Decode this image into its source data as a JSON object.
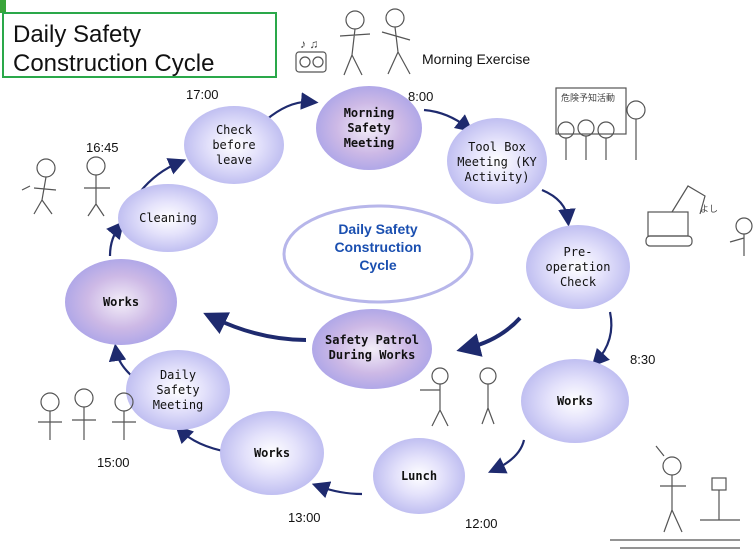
{
  "title": {
    "line1": "Daily Safety",
    "line2": "Construction Cycle"
  },
  "center": {
    "line1": "Daily Safety",
    "line2": "Construction",
    "line3": "Cycle"
  },
  "nodes": [
    {
      "id": "morning-safety-meeting",
      "lines": [
        "Morning",
        "Safety",
        "Meeting"
      ]
    },
    {
      "id": "tool-box-meeting",
      "lines": [
        "Tool Box",
        "Meeting (KY",
        "Activity)"
      ]
    },
    {
      "id": "pre-operation-check",
      "lines": [
        "Pre-",
        "operation",
        "Check"
      ]
    },
    {
      "id": "works-right",
      "lines": [
        "Works"
      ]
    },
    {
      "id": "lunch",
      "lines": [
        "Lunch"
      ]
    },
    {
      "id": "works-bottom",
      "lines": [
        "Works"
      ]
    },
    {
      "id": "daily-safety-meeting",
      "lines": [
        "Daily",
        "Safety",
        "Meeting"
      ]
    },
    {
      "id": "works-left",
      "lines": [
        "Works"
      ]
    },
    {
      "id": "cleaning",
      "lines": [
        "Cleaning"
      ]
    },
    {
      "id": "check-before-leave",
      "lines": [
        "Check",
        "before",
        "leave"
      ]
    },
    {
      "id": "safety-patrol",
      "lines": [
        "Safety Patrol",
        "During Works"
      ]
    }
  ],
  "times": {
    "t0800": "8:00",
    "t0830": "8:30",
    "t1200": "12:00",
    "t1300": "13:00",
    "t1500": "15:00",
    "t1645": "16:45",
    "t1700": "17:00"
  },
  "captions": {
    "morning_exercise": "Morning Exercise"
  },
  "colors": {
    "node_fill": "#c8c8f4",
    "node_center": "#ffffff",
    "arrow": "#1e2a6e",
    "title_border": "#2aa84a",
    "center_text": "#1a4fb0"
  }
}
